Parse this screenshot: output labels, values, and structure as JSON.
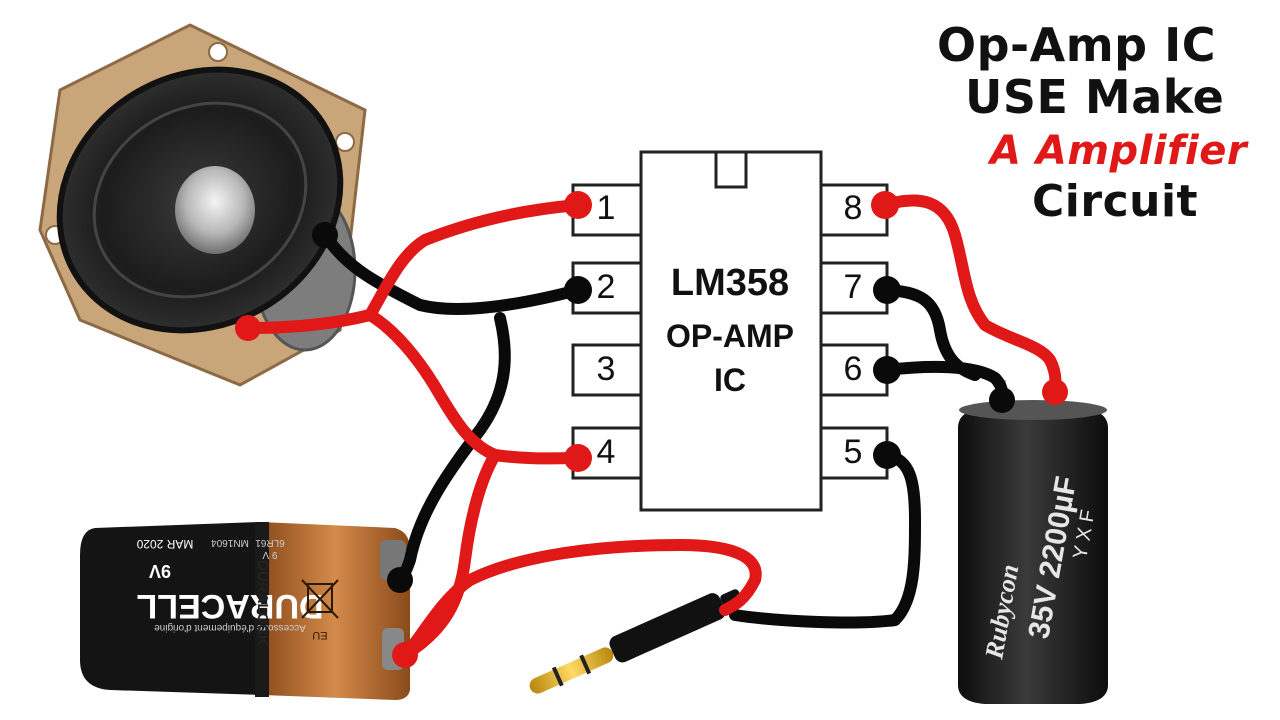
{
  "title": {
    "line1": "Op-Amp IC",
    "line2": "USE Make",
    "line3": "A Amplifier",
    "line4": "Circuit"
  },
  "chip": {
    "model": "LM358",
    "subtitle1": "OP-AMP",
    "subtitle2": "IC",
    "pins_left": [
      "1",
      "2",
      "3",
      "4"
    ],
    "pins_right": [
      "8",
      "7",
      "6",
      "5"
    ]
  },
  "battery": {
    "brand": "DURACELL",
    "line": "DURALOCK",
    "voltage": "9V",
    "date": "MAR 2020",
    "model": "MN1604",
    "type": "6LR61",
    "small_voltage": "9 V",
    "note": "Accessoire d'équipement d'origine",
    "region": "EU"
  },
  "capacitor": {
    "brand": "Rubycon",
    "rating": "35V 2200µF",
    "code": "Y X F"
  },
  "colors": {
    "wire_red": "#e01818",
    "wire_black": "#0a0a0a",
    "accent_title": "#e01818"
  }
}
